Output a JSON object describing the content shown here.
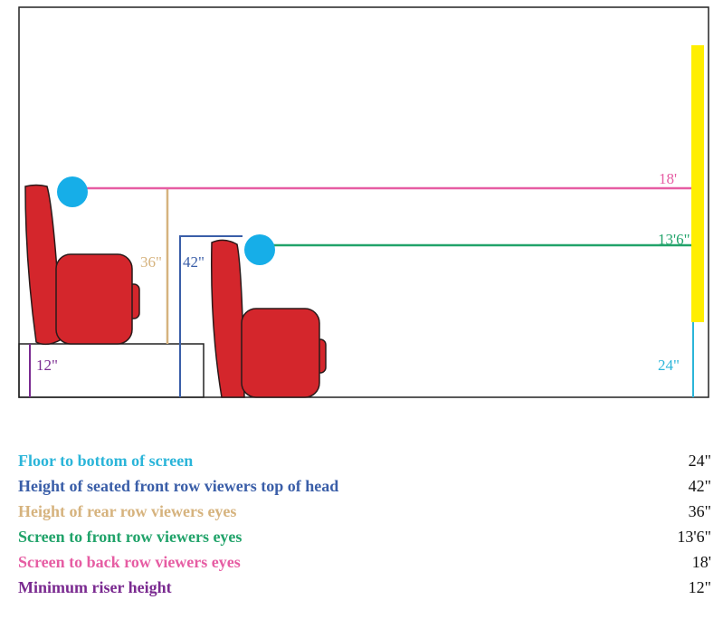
{
  "colors": {
    "frame": "#222222",
    "seat": "#d4262c",
    "seat_outline": "#2a1a1a",
    "eye": "#16aee8",
    "screen": "#ffee00",
    "cyan": "#2bb5d9",
    "blue": "#3a5ea8",
    "tan": "#d6b37e",
    "green": "#21a36a",
    "pink": "#e65da3",
    "purple": "#7a2a90"
  },
  "labels": {
    "back_row_distance": "18'",
    "front_row_distance": "13'6\"",
    "rear_eye_height": "36\"",
    "front_head_height": "42\"",
    "riser_height": "12\"",
    "screen_bottom": "24\""
  },
  "legend": [
    {
      "label": "Floor to bottom of screen",
      "value": "24\"",
      "color": "#2bb5d9"
    },
    {
      "label": "Height of seated front row viewers top of head",
      "value": "42\"",
      "color": "#3a5ea8"
    },
    {
      "label": "Height of rear row viewers eyes",
      "value": "36\"",
      "color": "#d6b37e"
    },
    {
      "label": "Screen to front row viewers eyes",
      "value": "13'6\"",
      "color": "#21a36a"
    },
    {
      "label": "Screen to back row viewers eyes",
      "value": "18'",
      "color": "#e65da3"
    },
    {
      "label": "Minimum riser height",
      "value": "12\"",
      "color": "#7a2a90"
    }
  ]
}
